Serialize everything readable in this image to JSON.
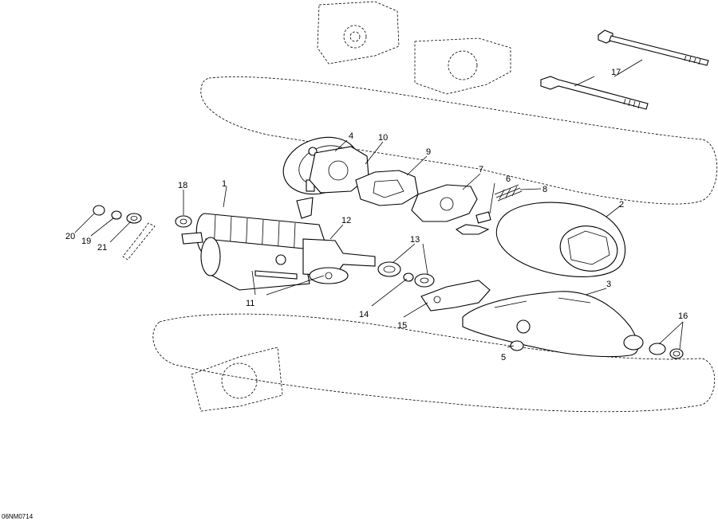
{
  "drawing_code": "06NM0714",
  "callouts": [
    {
      "id": "c1",
      "text": "1"
    },
    {
      "id": "c2",
      "text": "2"
    },
    {
      "id": "c3",
      "text": "3"
    },
    {
      "id": "c4",
      "text": "4"
    },
    {
      "id": "c5",
      "text": "5"
    },
    {
      "id": "c6",
      "text": "6"
    },
    {
      "id": "c7",
      "text": "7"
    },
    {
      "id": "c8",
      "text": "8"
    },
    {
      "id": "c9",
      "text": "9"
    },
    {
      "id": "c10",
      "text": "10"
    },
    {
      "id": "c11",
      "text": "11"
    },
    {
      "id": "c12",
      "text": "12"
    },
    {
      "id": "c13",
      "text": "13"
    },
    {
      "id": "c14",
      "text": "14"
    },
    {
      "id": "c15",
      "text": "15"
    },
    {
      "id": "c16",
      "text": "16"
    },
    {
      "id": "c17",
      "text": "17"
    },
    {
      "id": "c18",
      "text": "18"
    },
    {
      "id": "c19",
      "text": "19"
    },
    {
      "id": "c20",
      "text": "20"
    },
    {
      "id": "c21",
      "text": "21"
    }
  ]
}
